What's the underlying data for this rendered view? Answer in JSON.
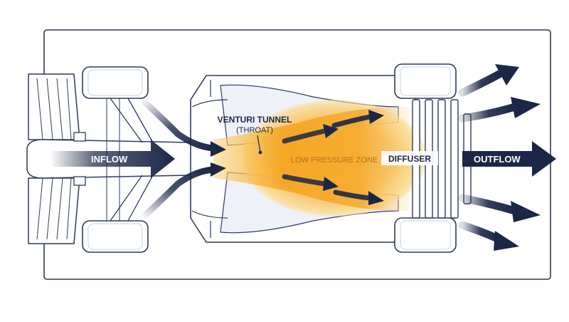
{
  "labels": {
    "inflow": "INFLOW",
    "venturi_title": "VENTURI TUNNEL",
    "venturi_sub": "(THROAT)",
    "low_pressure": "LOW PRESSURE ZONE",
    "diffuser": "DIFFUSER",
    "outflow": "OUTFLOW"
  },
  "colors": {
    "navy": "#1c2747",
    "outline": "#2d3a63",
    "shadow": "#c7d0e6",
    "zone_core": "#f4a21d",
    "zone_edge": "#fbd98a",
    "zone_label": "#b5731a",
    "background": "#ffffff"
  }
}
